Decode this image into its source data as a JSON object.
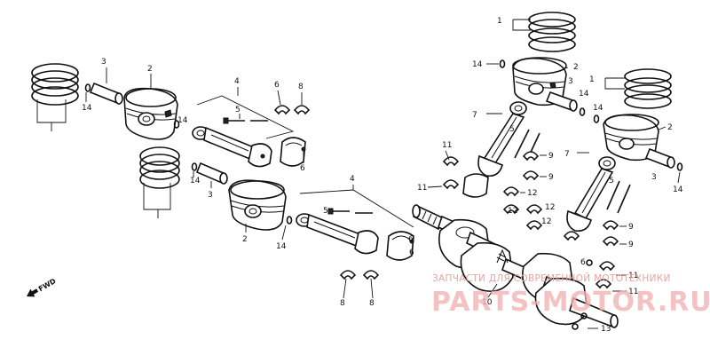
{
  "diagram": {
    "labels": [
      "1",
      "2",
      "3",
      "4",
      "5",
      "6",
      "7",
      "8",
      "9",
      "10",
      "11",
      "12",
      "13",
      "14"
    ],
    "fwd_marker": "FWD",
    "watermark_top": "ЗАПЧАСТИ ДЛЯ СОВРЕМЕННОЙ МОТОТЕХНИКИ",
    "watermark_main": "PARTS-MOTOR.RU"
  }
}
